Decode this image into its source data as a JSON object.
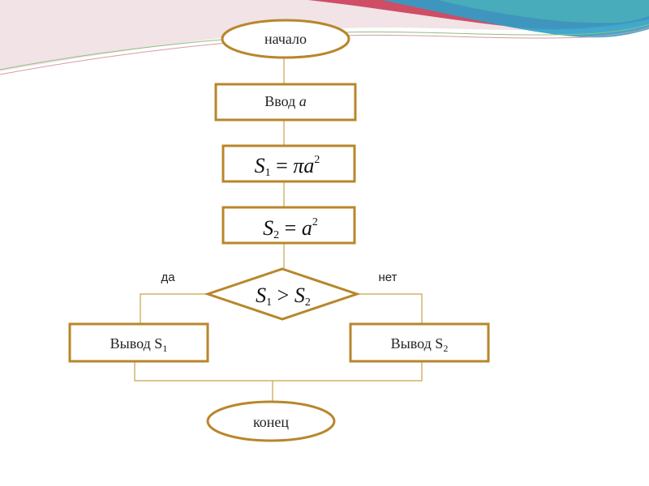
{
  "flowchart": {
    "start": "начало",
    "input": {
      "text": "Ввод",
      "var": "a"
    },
    "assign1": {
      "lhs": "S",
      "lhs_sub": "1",
      "eq": "=",
      "rhs": "πa",
      "rhs_sup": "2"
    },
    "assign2": {
      "lhs": "S",
      "lhs_sub": "2",
      "eq": "=",
      "rhs": "a",
      "rhs_sup": "2"
    },
    "decision": {
      "lhs": "S",
      "lhs_sub": "1",
      "op": ">",
      "rhs": "S",
      "rhs_sub": "2"
    },
    "yes_label": "да",
    "no_label": "нет",
    "output_yes": {
      "text": "Вывод S",
      "sub": "1"
    },
    "output_no": {
      "text": "Вывод S",
      "sub": "2"
    },
    "end": "конец"
  },
  "colors": {
    "shape_border": "#b8862b",
    "connector": "#c9a24a",
    "banner_red": "#c9324e",
    "banner_blue": "#2e9fc8",
    "banner_teal": "#4fb5b8"
  }
}
